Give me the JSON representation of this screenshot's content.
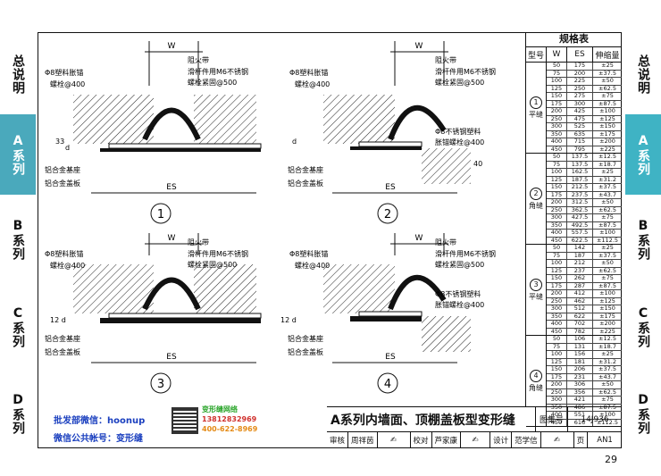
{
  "left_tabs": [
    {
      "label": "总说明",
      "active": false
    },
    {
      "label": "A系列",
      "active": true
    },
    {
      "label": "B系列",
      "active": false
    },
    {
      "label": "C系列",
      "active": false
    },
    {
      "label": "D系列",
      "active": false
    }
  ],
  "right_tabs": [
    {
      "label": "总说明",
      "active": false
    },
    {
      "label": "A系列",
      "active": true
    },
    {
      "label": "B系列",
      "active": false
    },
    {
      "label": "C系列",
      "active": false
    },
    {
      "label": "D系列",
      "active": false
    }
  ],
  "drawing": {
    "dim_w": "W",
    "dim_es": "ES",
    "dim_33": "33",
    "dim_d": "d",
    "dim_12d": "12 d",
    "dim_40": "40",
    "label_fire_strip": "阻火带",
    "label_plastic_anchor": "Φ8塑料胀锚",
    "label_bolt_400": "螺栓@400",
    "label_slider": "滑杆件用M6不锈钢",
    "label_bolt_500": "螺栓紧固@500",
    "label_base": "铝合金基座",
    "label_cover": "铝合金盖板",
    "label_ss_anchor": "Φ8不锈钢塑料",
    "label_ss_bolt": "胀锚螺栓@400",
    "detail_1": "1",
    "detail_2": "2",
    "detail_3": "3",
    "detail_4": "4"
  },
  "spec_table": {
    "title": "规格表",
    "headers": {
      "type": "型号",
      "w": "W",
      "es": "ES",
      "disp": "伸缩量"
    },
    "groups": [
      {
        "num": "1",
        "name": "平缝",
        "rows": [
          [
            "50",
            "175",
            "±25"
          ],
          [
            "75",
            "200",
            "±37.5"
          ],
          [
            "100",
            "225",
            "±50"
          ],
          [
            "125",
            "250",
            "±62.5"
          ],
          [
            "150",
            "275",
            "±75"
          ],
          [
            "175",
            "300",
            "±87.5"
          ],
          [
            "200",
            "425",
            "±100"
          ],
          [
            "250",
            "475",
            "±125"
          ],
          [
            "300",
            "525",
            "±150"
          ],
          [
            "350",
            "635",
            "±175"
          ],
          [
            "400",
            "715",
            "±200"
          ],
          [
            "450",
            "795",
            "±225"
          ]
        ]
      },
      {
        "num": "2",
        "name": "角缝",
        "rows": [
          [
            "50",
            "137.5",
            "±12.5"
          ],
          [
            "75",
            "137.5",
            "±18.7"
          ],
          [
            "100",
            "162.5",
            "±25"
          ],
          [
            "125",
            "187.5",
            "±31.2"
          ],
          [
            "150",
            "212.5",
            "±37.5"
          ],
          [
            "175",
            "237.5",
            "±43.7"
          ],
          [
            "200",
            "312.5",
            "±50"
          ],
          [
            "250",
            "362.5",
            "±62.5"
          ],
          [
            "300",
            "427.5",
            "±75"
          ],
          [
            "350",
            "492.5",
            "±87.5"
          ],
          [
            "400",
            "557.5",
            "±100"
          ],
          [
            "450",
            "622.5",
            "±112.5"
          ]
        ]
      },
      {
        "num": "3",
        "name": "平缝",
        "rows": [
          [
            "50",
            "142",
            "±25"
          ],
          [
            "75",
            "187",
            "±37.5"
          ],
          [
            "100",
            "212",
            "±50"
          ],
          [
            "125",
            "237",
            "±62.5"
          ],
          [
            "150",
            "262",
            "±75"
          ],
          [
            "175",
            "287",
            "±87.5"
          ],
          [
            "200",
            "412",
            "±100"
          ],
          [
            "250",
            "462",
            "±125"
          ],
          [
            "300",
            "512",
            "±150"
          ],
          [
            "350",
            "622",
            "±175"
          ],
          [
            "400",
            "702",
            "±200"
          ],
          [
            "450",
            "782",
            "±225"
          ]
        ]
      },
      {
        "num": "4",
        "name": "角缝",
        "rows": [
          [
            "50",
            "106",
            "±12.5"
          ],
          [
            "75",
            "131",
            "±18.7"
          ],
          [
            "100",
            "156",
            "±25"
          ],
          [
            "125",
            "181",
            "±31.2"
          ],
          [
            "150",
            "206",
            "±37.5"
          ],
          [
            "175",
            "231",
            "±43.7"
          ],
          [
            "200",
            "306",
            "±50"
          ],
          [
            "250",
            "356",
            "±62.5"
          ],
          [
            "300",
            "421",
            "±75"
          ],
          [
            "350",
            "486",
            "±87.5"
          ],
          [
            "400",
            "551",
            "±100"
          ],
          [
            "450",
            "616",
            "±112.5"
          ]
        ]
      }
    ]
  },
  "title_block": {
    "title": "A系列内墙面、顶棚盖板型变形缝",
    "atlas_label": "图集号",
    "atlas_value": "14J936",
    "review_label": "审核",
    "reviewer": "周祥茵",
    "check_label": "校对",
    "checker": "芦家康",
    "design_label": "设计",
    "designer": "范学信",
    "page_label": "页",
    "page_value": "AN1"
  },
  "promo": {
    "line1": "批发部微信：hoonup",
    "line2": "微信公共帐号：变形缝",
    "site_name": "变形缝网络",
    "phone1": "13812832969",
    "phone2": "400-622-8969"
  },
  "page_number": "29"
}
